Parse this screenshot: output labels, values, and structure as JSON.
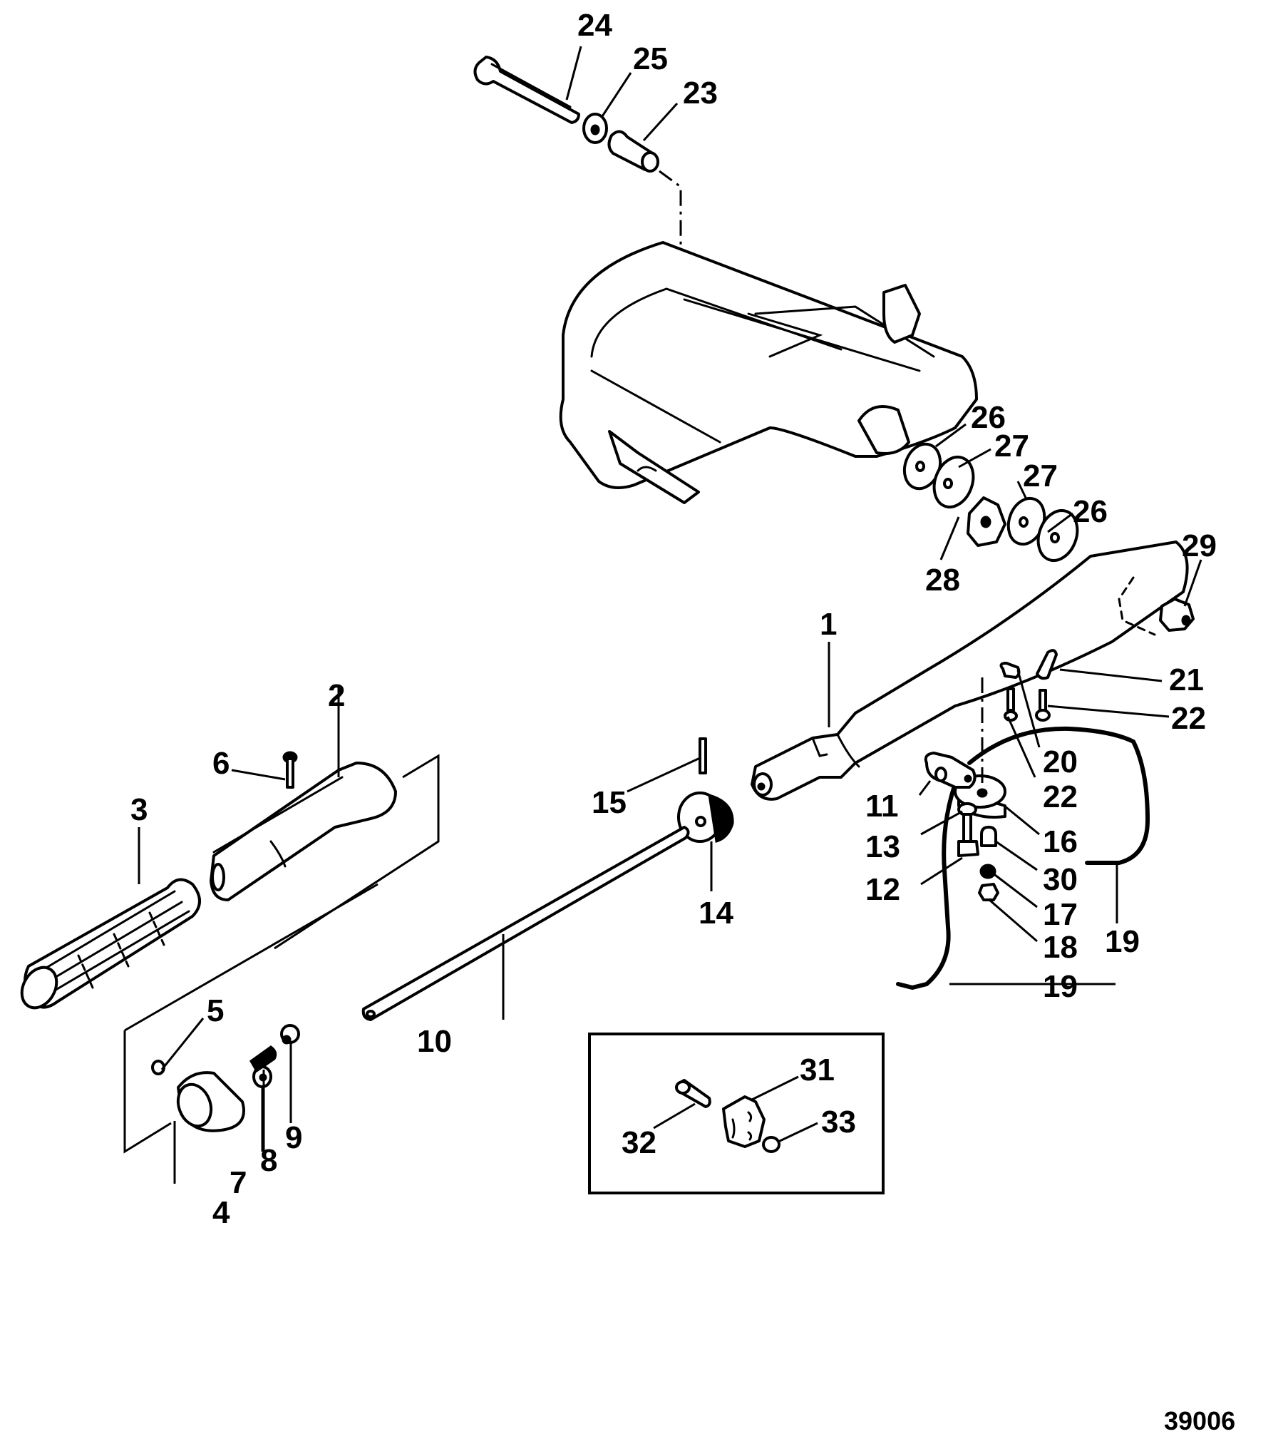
{
  "diagram": {
    "title": "Exploded parts diagram - tiller handle assembly",
    "figure_number": "39006",
    "callouts": [
      {
        "id": "1",
        "part": "tiller-handle-arm"
      },
      {
        "id": "2",
        "part": "throttle-shaft-tube"
      },
      {
        "id": "3",
        "part": "twist-grip"
      },
      {
        "id": "4",
        "part": "end-cap"
      },
      {
        "id": "5",
        "part": "screw"
      },
      {
        "id": "6",
        "part": "pin"
      },
      {
        "id": "7",
        "part": "washer"
      },
      {
        "id": "8",
        "part": "spring"
      },
      {
        "id": "9",
        "part": "nut"
      },
      {
        "id": "10",
        "part": "throttle-shaft"
      },
      {
        "id": "11",
        "part": "bracket"
      },
      {
        "id": "12",
        "part": "bolt"
      },
      {
        "id": "13",
        "part": "washer"
      },
      {
        "id": "14",
        "part": "gear"
      },
      {
        "id": "15",
        "part": "pin"
      },
      {
        "id": "16",
        "part": "stop-switch"
      },
      {
        "id": "17",
        "part": "lockwasher"
      },
      {
        "id": "18",
        "part": "nut"
      },
      {
        "id": "19a",
        "label": "19",
        "part": "lead-wire-upper"
      },
      {
        "id": "19b",
        "label": "19",
        "part": "lead-wire-lower"
      },
      {
        "id": "20",
        "part": "clip"
      },
      {
        "id": "21",
        "part": "clip"
      },
      {
        "id": "22a",
        "label": "22",
        "part": "screw-right"
      },
      {
        "id": "22b",
        "label": "22",
        "part": "screw-left"
      },
      {
        "id": "23",
        "part": "bushing"
      },
      {
        "id": "24",
        "part": "pivot-bolt"
      },
      {
        "id": "25",
        "part": "washer"
      },
      {
        "id": "26a",
        "label": "26",
        "part": "washer-outer-1"
      },
      {
        "id": "26b",
        "label": "26",
        "part": "washer-outer-2"
      },
      {
        "id": "27a",
        "label": "27",
        "part": "wave-washer-1"
      },
      {
        "id": "27b",
        "label": "27",
        "part": "wave-washer-2"
      },
      {
        "id": "28",
        "part": "friction-plate"
      },
      {
        "id": "29",
        "part": "locknut"
      },
      {
        "id": "30",
        "part": "button"
      },
      {
        "id": "31",
        "part": "bracket-alt"
      },
      {
        "id": "32",
        "part": "screw-alt"
      },
      {
        "id": "33",
        "part": "nut-alt"
      }
    ],
    "labels": {
      "l1": "1",
      "l2": "2",
      "l3": "3",
      "l4": "4",
      "l5": "5",
      "l6": "6",
      "l7": "7",
      "l8": "8",
      "l9": "9",
      "l10": "10",
      "l11": "11",
      "l12": "12",
      "l13": "13",
      "l14": "14",
      "l15": "15",
      "l16": "16",
      "l17": "17",
      "l18": "18",
      "l19a": "19",
      "l19b": "19",
      "l20": "20",
      "l21": "21",
      "l22a": "22",
      "l22b": "22",
      "l23": "23",
      "l24": "24",
      "l25": "25",
      "l26a": "26",
      "l26b": "26",
      "l27a": "27",
      "l27b": "27",
      "l28": "28",
      "l29": "29",
      "l30": "30",
      "l31": "31",
      "l32": "32",
      "l33": "33"
    },
    "inset": {
      "contains": [
        "31",
        "32",
        "33"
      ]
    }
  }
}
